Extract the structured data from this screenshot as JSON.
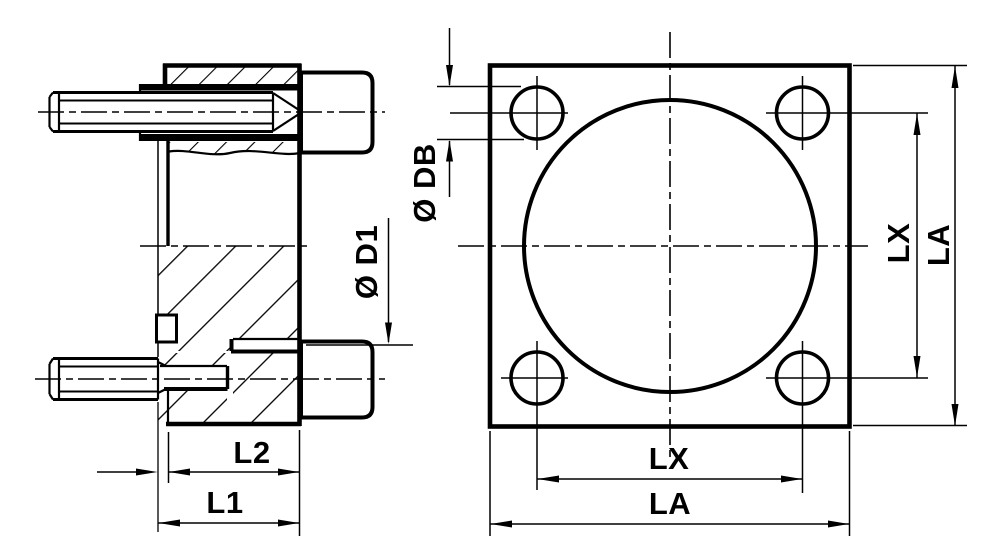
{
  "drawing": {
    "kind": "flange-mounting-technical-drawing",
    "labels": {
      "l1": "L1",
      "l2": "L2",
      "lx": "LX",
      "la": "LA",
      "d1": "Ø D1",
      "db": "Ø DB"
    },
    "colors": {
      "line": "#000000",
      "background": "#ffffff"
    }
  }
}
